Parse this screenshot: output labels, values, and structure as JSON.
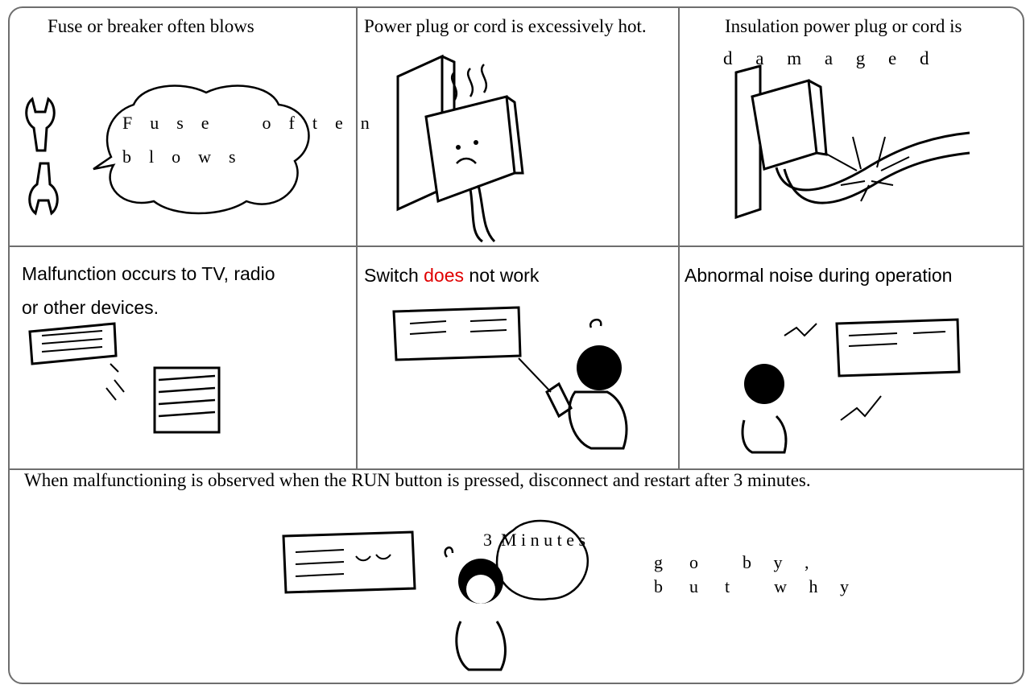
{
  "panels": {
    "fuse": {
      "title": "Fuse or breaker often blows",
      "bubble_line1": "F    u    s    e            o    f    t    e    n",
      "bubble_line2": "b    l    o    w    s",
      "icon": "wrench-icon"
    },
    "plug_hot": {
      "title": "Power plug or cord is excessively hot."
    },
    "insulation": {
      "title_line1": "Insulation power plug or cord is",
      "title_line2": "d     a     m     a     g     e     d"
    },
    "tv": {
      "title_line1": "Malfunction occurs to TV, radio",
      "title_line2": "or other devices."
    },
    "switch": {
      "title_before": "Switch ",
      "title_highlight": "does",
      "title_after": " not work",
      "highlight_color": "#e00000"
    },
    "noise": {
      "title": "Abnormal noise during operation"
    },
    "restart": {
      "title": "When malfunctioning is observed when the RUN button is pressed, disconnect and restart after 3 minutes.",
      "bubble_text": "3  M i n u t e s",
      "aside_line1": "g      o          b     y     ,",
      "aside_line2": "b      u      t          w     h     y"
    }
  }
}
